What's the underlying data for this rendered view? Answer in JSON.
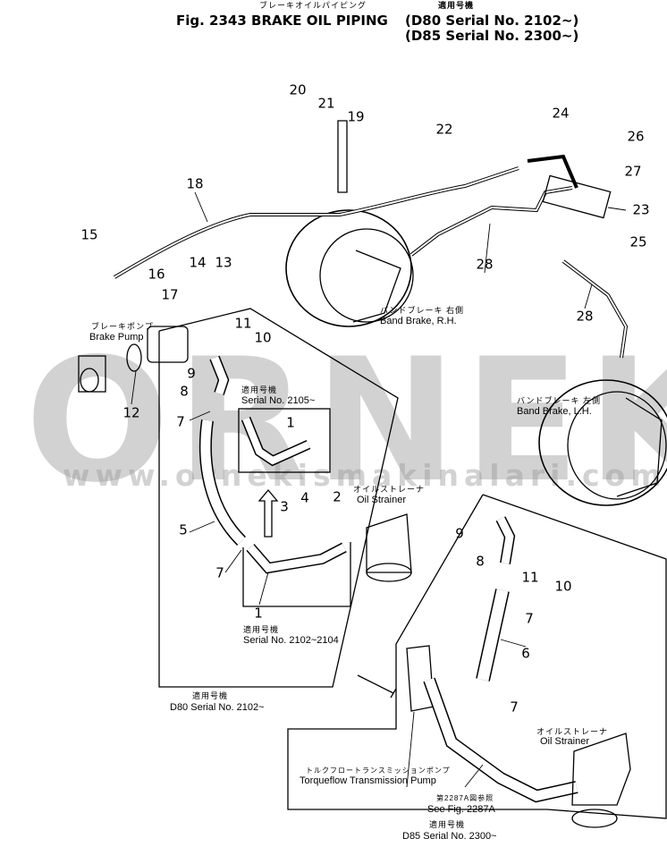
{
  "header": {
    "title_jp": "ブレーキオイルパイピング",
    "fig_title": "Fig. 2343  BRAKE  OIL  PIPING",
    "applicable_jp": "適用号機",
    "serial_d80": "(D80  Serial  No. 2102~)",
    "serial_d85": "(D85  Serial  No. 2300~)"
  },
  "labels": {
    "brake_pump_jp": "ブレーキポンプ",
    "brake_pump_en": "Brake Pump",
    "band_brake_rh_jp": "バンドブレーキ 右側",
    "band_brake_rh_en": "Band Brake, R.H.",
    "band_brake_lh_jp": "バンドブレーキ 左側",
    "band_brake_lh_en": "Band Brake, L.H.",
    "serial_2105_jp": "適用号機",
    "serial_2105_en": "Serial No. 2105~",
    "serial_2102_2104_jp": "適用号機",
    "serial_2102_2104_en": "Serial No. 2102~2104",
    "oil_strainer1_jp": "オイルストレーナ",
    "oil_strainer1_en": "Oil Strainer",
    "d80_jp": "適用号機",
    "d80_en": "D80 Serial No. 2102~",
    "oil_strainer2_jp": "オイルストレーナ",
    "oil_strainer2_en": "Oil Strainer",
    "torqueflow_jp": "トルクフロートランスミッションポンプ",
    "torqueflow_en": "Torqueflow Transmission Pump",
    "see_fig_jp": "第2287A図参照",
    "see_fig_en": "See Fig. 2287A",
    "d85_jp": "適用号機",
    "d85_en": "D85 Serial No. 2300~"
  },
  "callouts": [
    "20",
    "21",
    "19",
    "22",
    "24",
    "26",
    "27",
    "23",
    "25",
    "18",
    "28",
    "28",
    "15",
    "16",
    "14",
    "13",
    "17",
    "11",
    "10",
    "9",
    "8",
    "7",
    "12",
    "1",
    "5",
    "3",
    "4",
    "2",
    "7",
    "1",
    "9",
    "11",
    "8",
    "10",
    "7",
    "6",
    "7"
  ],
  "watermark": {
    "logo": "ORNEK",
    "url": "www.ornekismakinalari.com.tr"
  }
}
